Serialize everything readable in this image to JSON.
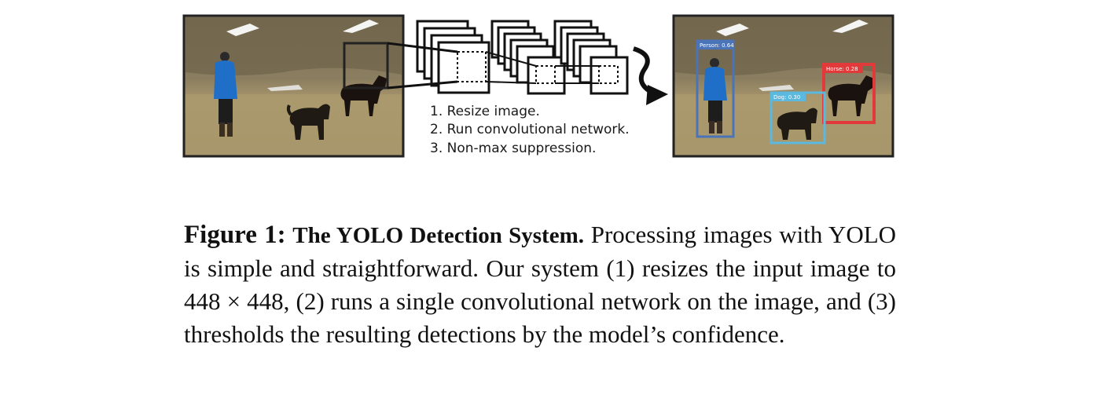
{
  "figure": {
    "steps": [
      "1. Resize image.",
      "2. Run convolutional network.",
      "3. Non-max suppression."
    ],
    "detections": [
      {
        "label": "Person: 0.64",
        "color": "#4a73b8"
      },
      {
        "label": "Horse: 0.28",
        "color": "#e23a3a"
      },
      {
        "label": "Dog: 0.30",
        "color": "#5bb8df"
      }
    ]
  },
  "caption": {
    "label": "Figure 1:",
    "title": "The YOLO Detection System.",
    "text_1": "Processing images with YOLO is simple and straightforward. Our system (1) resizes the input image to",
    "math": "448 × 448",
    "text_2": ", (2) runs a single convolutional network on the image, and (3) thresholds the resulting detections by the model’s confidence."
  }
}
